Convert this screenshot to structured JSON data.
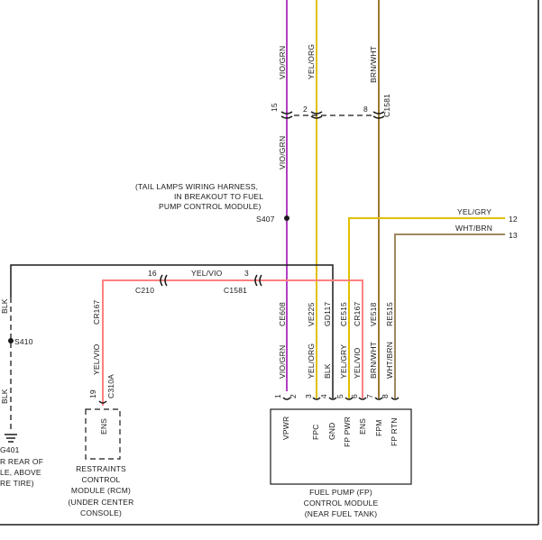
{
  "colors": {
    "vio_grn": "#b040c0",
    "yel": "#e0c000",
    "brn": "#a07830",
    "pink": "#ff8080",
    "brown_wht": "#a08860",
    "blk": "#1a1a1a"
  },
  "wires_top": {
    "w1": "VIO/GRN",
    "w2": "YEL/ORG",
    "w3": "BRN/WHT"
  },
  "connector_c1581": {
    "pin15": "15",
    "pin2": "2",
    "pin8": "8",
    "name": "C1581",
    "below_label": "VIO/GRN"
  },
  "harness_note": {
    "line1": "(TAIL LAMPS WIRING HARNESS,",
    "line2": "IN BREAKOUT TO FUEL",
    "line3": "PUMP CONTROL MODULE)",
    "splice": "S407"
  },
  "right_wires": {
    "w12_label": "YEL/GRY",
    "w12_num": "12",
    "w13_label": "WHT/BRN",
    "w13_num": "13"
  },
  "mid_connector": {
    "pin16": "16",
    "wire": "YEL/VIO",
    "pin3": "3",
    "c210": "C210",
    "c1581": "C1581"
  },
  "circuits": [
    "CE608",
    "VE225",
    "GD117",
    "CE515",
    "CR167",
    "VE518",
    "RE515"
  ],
  "fp_wire_colors": [
    "VIO/GRN",
    "YEL/ORG",
    "BLK",
    "YEL/GRY",
    "YEL/VIO",
    "BRN/WHT",
    "WHT/BRN"
  ],
  "fp_pins": [
    "1",
    "2",
    "3",
    "4",
    "5",
    "6",
    "7",
    "8"
  ],
  "fp_terminals": [
    "VPWR",
    "FPC",
    "GND",
    "FP PWR",
    "ENS",
    "FPM",
    "FP RTN"
  ],
  "fp_module": {
    "line1": "FUEL PUMP (FP)",
    "line2": "CONTROL MODULE",
    "line3": "(NEAR FUEL TANK)"
  },
  "rcm_side": {
    "circuit": "CR167",
    "wire": "YEL/VIO",
    "pin": "19",
    "connector": "C310A",
    "terminal": "ENS",
    "line1": "RESTRAINTS",
    "line2": "CONTROL",
    "line3": "MODULE (RCM)",
    "line4": "(UNDER CENTER",
    "line5": "CONSOLE)"
  },
  "left_side": {
    "blk_top": "BLK",
    "splice": "S410",
    "blk_bottom": "BLK",
    "ground": "G401",
    "gline1": "R REAR OF",
    "gline2": "LE, ABOVE",
    "gline3": "RE TIRE)"
  }
}
